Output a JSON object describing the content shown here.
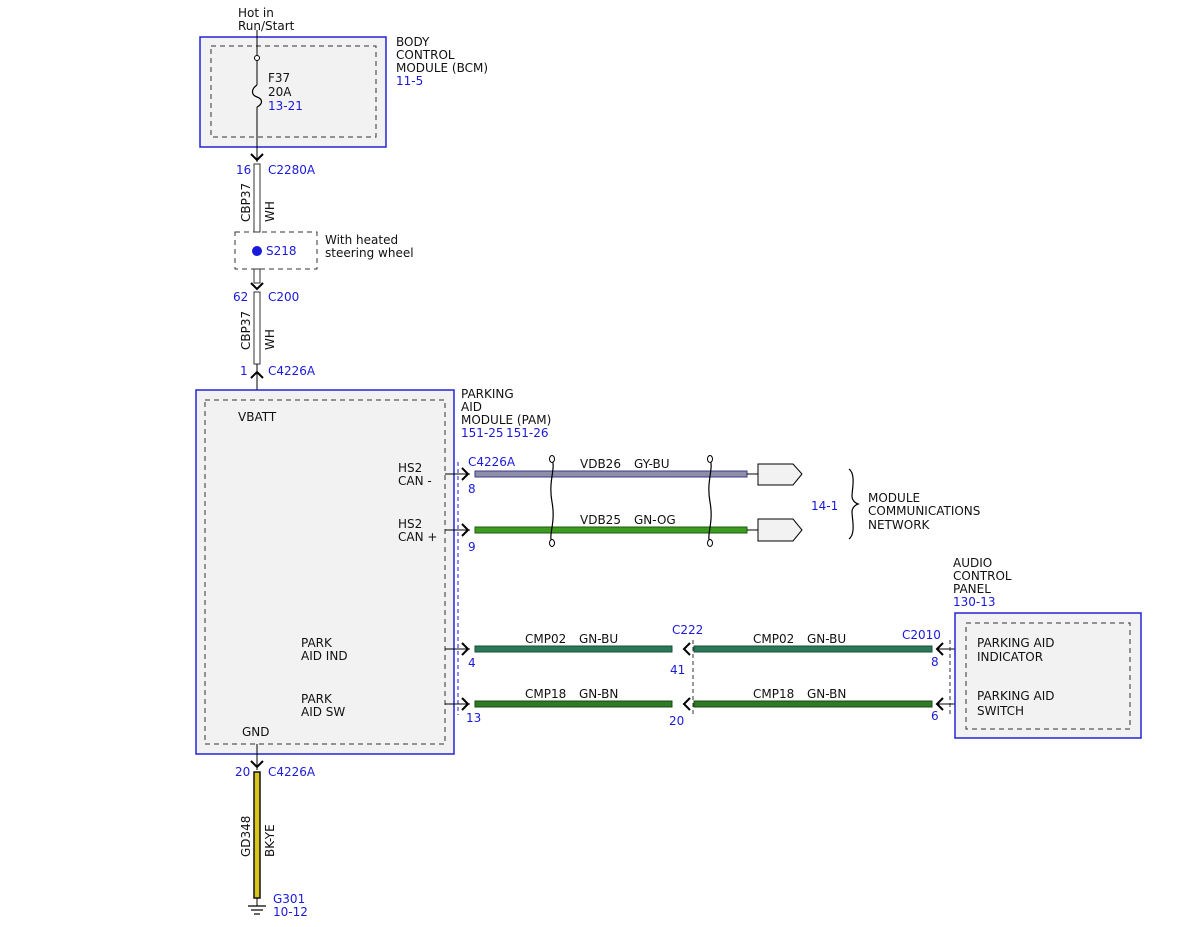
{
  "power": {
    "source_line1": "Hot in",
    "source_line2": "Run/Start"
  },
  "bcm": {
    "name_line1": "BODY",
    "name_line2": "CONTROL",
    "name_line3": "MODULE (BCM)",
    "ref": "11-5",
    "fuse_name": "F37",
    "fuse_rating": "20A",
    "fuse_ref": "13-21"
  },
  "conn_c2280a": {
    "pin": "16",
    "name": "C2280A"
  },
  "wire_upper": {
    "circuit": "CBP37",
    "color": "WH"
  },
  "splice": {
    "name": "S218",
    "note_line1": "With heated",
    "note_line2": "steering wheel"
  },
  "conn_c200": {
    "pin": "62",
    "name": "C200"
  },
  "wire_mid": {
    "circuit": "CBP37",
    "color": "WH"
  },
  "conn_c4226a_top": {
    "pin": "1",
    "name": "C4226A"
  },
  "pam": {
    "name_line1": "PARKING",
    "name_line2": "AID",
    "name_line3": "MODULE (PAM)",
    "ref1": "151-25",
    "ref2": "151-26",
    "vbatt": "VBATT",
    "gnd": "GND",
    "hs2_minus_line1": "HS2",
    "hs2_minus_line2": "CAN -",
    "hs2_plus_line1": "HS2",
    "hs2_plus_line2": "CAN +",
    "park_ind_line1": "PARK",
    "park_ind_line2": "AID IND",
    "park_sw_line1": "PARK",
    "park_sw_line2": "AID SW"
  },
  "can": {
    "connector": "C4226A",
    "minus": {
      "pin": "8",
      "circuit": "VDB26",
      "color": "GY-BU"
    },
    "plus": {
      "pin": "9",
      "circuit": "VDB25",
      "color": "GN-OG"
    },
    "network_ref": "14-1",
    "network_line1": "MODULE",
    "network_line2": "COMMUNICATIONS",
    "network_line3": "NETWORK"
  },
  "ind_circuit": {
    "pam_pin": "4",
    "c222_name": "C222",
    "c222_pin": "41",
    "c2010_name": "C2010",
    "acp_pin": "8",
    "left_circuit": "CMP02",
    "left_color": "GN-BU",
    "right_circuit": "CMP02",
    "right_color": "GN-BU"
  },
  "sw_circuit": {
    "pam_pin": "13",
    "c222_pin": "20",
    "acp_pin": "6",
    "left_circuit": "CMP18",
    "left_color": "GN-BN",
    "right_circuit": "CMP18",
    "right_color": "GN-BN"
  },
  "acp": {
    "name_line1": "AUDIO",
    "name_line2": "CONTROL",
    "name_line3": "PANEL",
    "ref": "130-13",
    "ind_line1": "PARKING AID",
    "ind_line2": "INDICATOR",
    "sw_line1": "PARKING AID",
    "sw_line2": "SWITCH"
  },
  "ground": {
    "pin": "20",
    "connector": "C4226A",
    "circuit": "GD348",
    "color": "BK-YE",
    "name": "G301",
    "ref": "10-12"
  },
  "colors": {
    "module_outline": "#2323d8",
    "module_fill": "#f2f2f2",
    "label_blue": "#1a1adb",
    "wire_wh": "#ffffff",
    "wire_gy_bu": "#8e8ea8",
    "wire_gn_og": "#3c9c1f",
    "wire_gn_bu": "#2a7a5a",
    "wire_gn_bn": "#2f7a24",
    "wire_bk_ye": "#d9c41a"
  }
}
